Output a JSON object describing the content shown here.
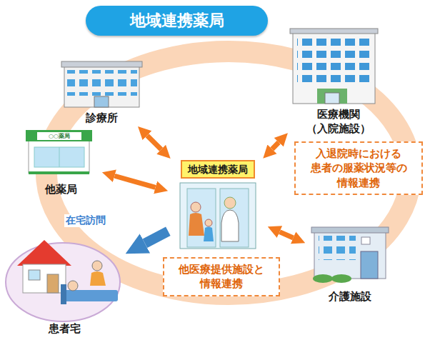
{
  "diagram": {
    "title": "地域連携薬局",
    "nodes": [
      {
        "text": [
          "診療所"
        ]
      },
      {
        "text": [
          "他薬局"
        ]
      },
      {
        "text": [
          "医療機関 （入院施設）"
        ]
      },
      {
        "text": [
          "地域連携薬局"
        ]
      },
      {
        "text": [
          "入退院時における 患者の服薬状況等の 情報連携"
        ]
      },
      {
        "text": [
          "介護施設"
        ]
      },
      {
        "text": [
          "他医療提供施設と 情報連携"
        ]
      },
      {
        "text": [
          "患者宅"
        ]
      }
    ],
    "edges": [
      {
        "from": 0,
        "to": 3,
        "arrow": "both"
      },
      {
        "from": 1,
        "to": 3,
        "arrow": "both"
      },
      {
        "from": 2,
        "to": 3,
        "arrow": "both"
      },
      {
        "from": 5,
        "to": 3,
        "arrow": "both"
      },
      {
        "from": 3,
        "to": 7,
        "label": "在宅訪問",
        "arrow": "to"
      }
    ],
    "labels": [
      "○○薬局"
    ]
  }
}
